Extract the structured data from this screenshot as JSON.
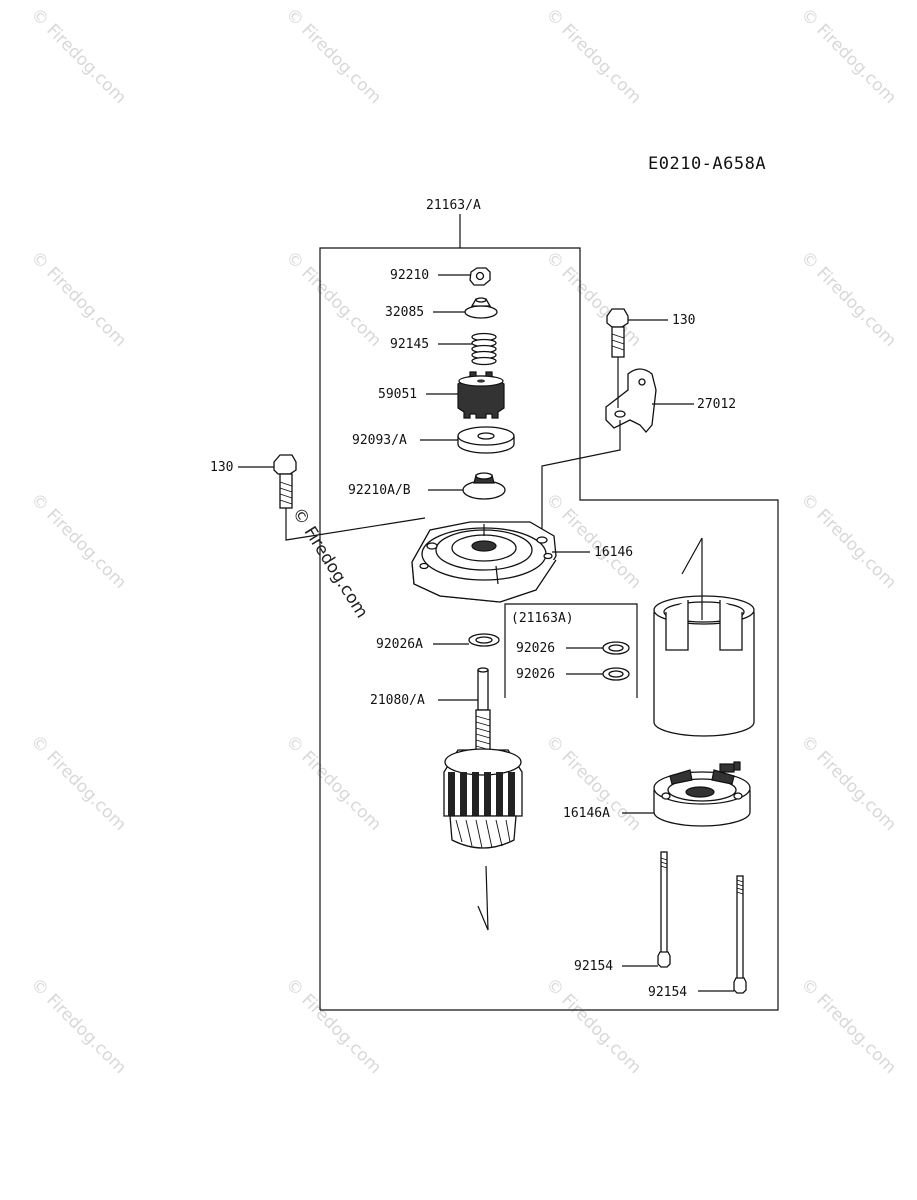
{
  "diagram": {
    "code": "E0210-A658A",
    "assembly_label": "21163/A",
    "kit_label": "(21163A)",
    "overlay_watermark": "© Firedog.com",
    "watermark_text": "© Firedog.com",
    "parts": [
      {
        "id": "92210",
        "label": "92210"
      },
      {
        "id": "32085",
        "label": "32085"
      },
      {
        "id": "92145",
        "label": "92145"
      },
      {
        "id": "59051",
        "label": "59051"
      },
      {
        "id": "92093A",
        "label": "92093/A"
      },
      {
        "id": "92210AB",
        "label": "92210A/B"
      },
      {
        "id": "130-left",
        "label": "130"
      },
      {
        "id": "130-right",
        "label": "130"
      },
      {
        "id": "27012",
        "label": "27012"
      },
      {
        "id": "16146",
        "label": "16146"
      },
      {
        "id": "92026A",
        "label": "92026A"
      },
      {
        "id": "92026-1",
        "label": "92026"
      },
      {
        "id": "92026-2",
        "label": "92026"
      },
      {
        "id": "21080A",
        "label": "21080/A"
      },
      {
        "id": "16146A",
        "label": "16146A"
      },
      {
        "id": "92154-1",
        "label": "92154"
      },
      {
        "id": "92154-2",
        "label": "92154"
      }
    ]
  }
}
